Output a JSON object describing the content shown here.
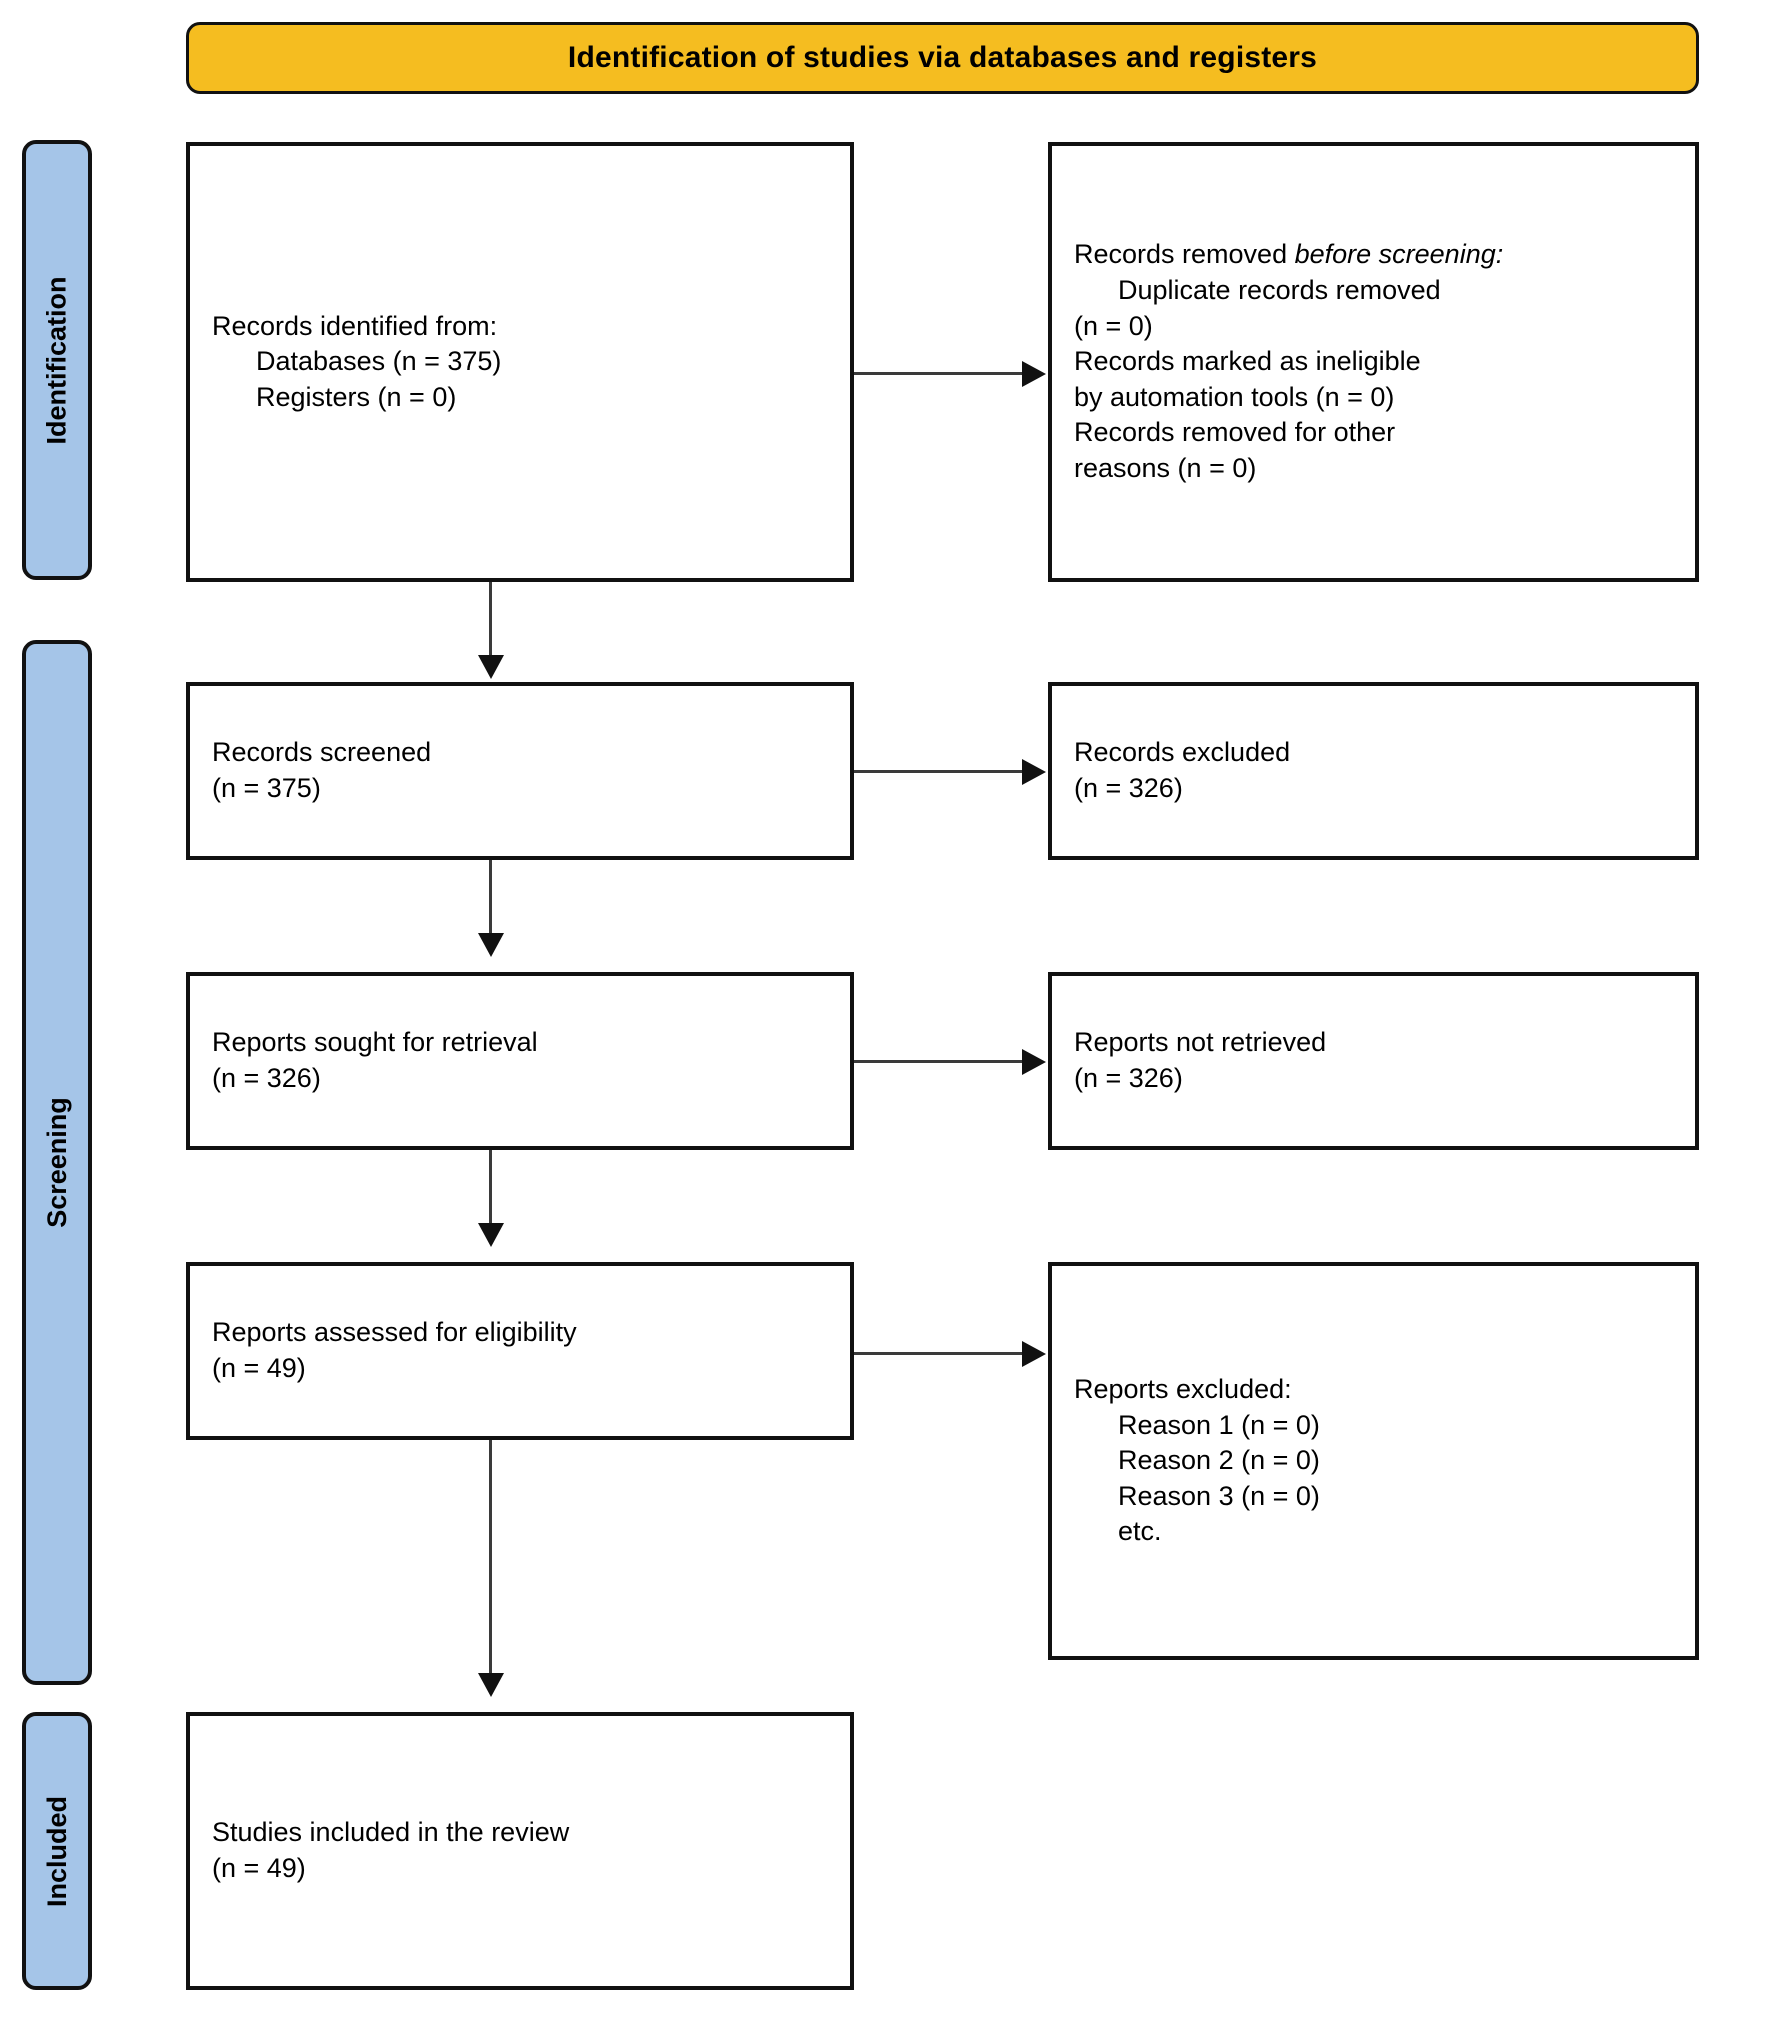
{
  "diagram": {
    "title": "Identification of studies via databases and registers",
    "type": "prisma-flow-diagram",
    "colors": {
      "header_fill": "#f5bd20",
      "stage_bar_fill": "#a5c5e8",
      "border": "#111111",
      "connector": "#3a3a3a",
      "box_fill": "#ffffff",
      "text": "#000000"
    }
  },
  "stages": [
    {
      "id": "identification",
      "label": "Identification"
    },
    {
      "id": "screening",
      "label": "Screening"
    },
    {
      "id": "included",
      "label": "Included"
    }
  ],
  "boxes": {
    "identified": {
      "name": "records-identified",
      "lines": [
        {
          "text": "Records identified from:",
          "indent": false
        },
        {
          "text": "Databases (n = 375)",
          "indent": true
        },
        {
          "text": "Registers (n = 0)",
          "indent": true
        }
      ]
    },
    "removed": {
      "name": "records-removed-before-screening",
      "lead_normal": "Records removed ",
      "lead_italic": "before screening",
      "lead_tail": ":",
      "lines": [
        {
          "text": "Duplicate records removed",
          "indent": true
        },
        {
          "text": "(n = 0)",
          "indent": false
        },
        {
          "text": "Records marked as ineligible",
          "indent": false
        },
        {
          "text": "by automation tools (n = 0)",
          "indent": false
        },
        {
          "text": "Records removed for other",
          "indent": false
        },
        {
          "text": "reasons (n = 0)",
          "indent": false
        }
      ]
    },
    "screened": {
      "name": "records-screened",
      "lines": [
        {
          "text": "Records screened",
          "indent": false
        },
        {
          "text": "(n = 375)",
          "indent": false
        }
      ]
    },
    "excluded_records": {
      "name": "records-excluded",
      "lines": [
        {
          "text": "Records excluded",
          "indent": false
        },
        {
          "text": "(n = 326)",
          "indent": false
        }
      ]
    },
    "sought": {
      "name": "reports-sought-for-retrieval",
      "lines": [
        {
          "text": "Reports sought for retrieval",
          "indent": false
        },
        {
          "text": "(n = 326)",
          "indent": false
        }
      ]
    },
    "not_retrieved": {
      "name": "reports-not-retrieved",
      "lines": [
        {
          "text": "Reports not retrieved",
          "indent": false
        },
        {
          "text": "(n = 326)",
          "indent": false
        }
      ]
    },
    "assessed": {
      "name": "reports-assessed-for-eligibility",
      "lines": [
        {
          "text": "Reports assessed for eligibility",
          "indent": false
        },
        {
          "text": "(n = 49)",
          "indent": false
        }
      ]
    },
    "excluded_reports": {
      "name": "reports-excluded",
      "lines": [
        {
          "text": "Reports excluded:",
          "indent": false
        },
        {
          "text": "Reason 1 (n = 0)",
          "indent": true
        },
        {
          "text": "Reason 2 (n = 0)",
          "indent": true
        },
        {
          "text": "Reason 3 (n = 0)",
          "indent": true
        },
        {
          "text": "etc.",
          "indent": true
        }
      ]
    },
    "included": {
      "name": "studies-included-in-review",
      "lines": [
        {
          "text": "Studies included in the review",
          "indent": false
        },
        {
          "text": "(n = 49)",
          "indent": false
        }
      ]
    }
  },
  "flow_data": {
    "type": "flowchart",
    "counts": {
      "databases": 375,
      "registers": 0,
      "duplicate_records_removed": 0,
      "marked_ineligible_by_automation": 0,
      "removed_other_reasons": 0,
      "records_screened": 375,
      "records_excluded": 326,
      "reports_sought": 326,
      "reports_not_retrieved": 326,
      "reports_assessed": 49,
      "reason_1": 0,
      "reason_2": 0,
      "reason_3": 0,
      "studies_included": 49
    }
  }
}
